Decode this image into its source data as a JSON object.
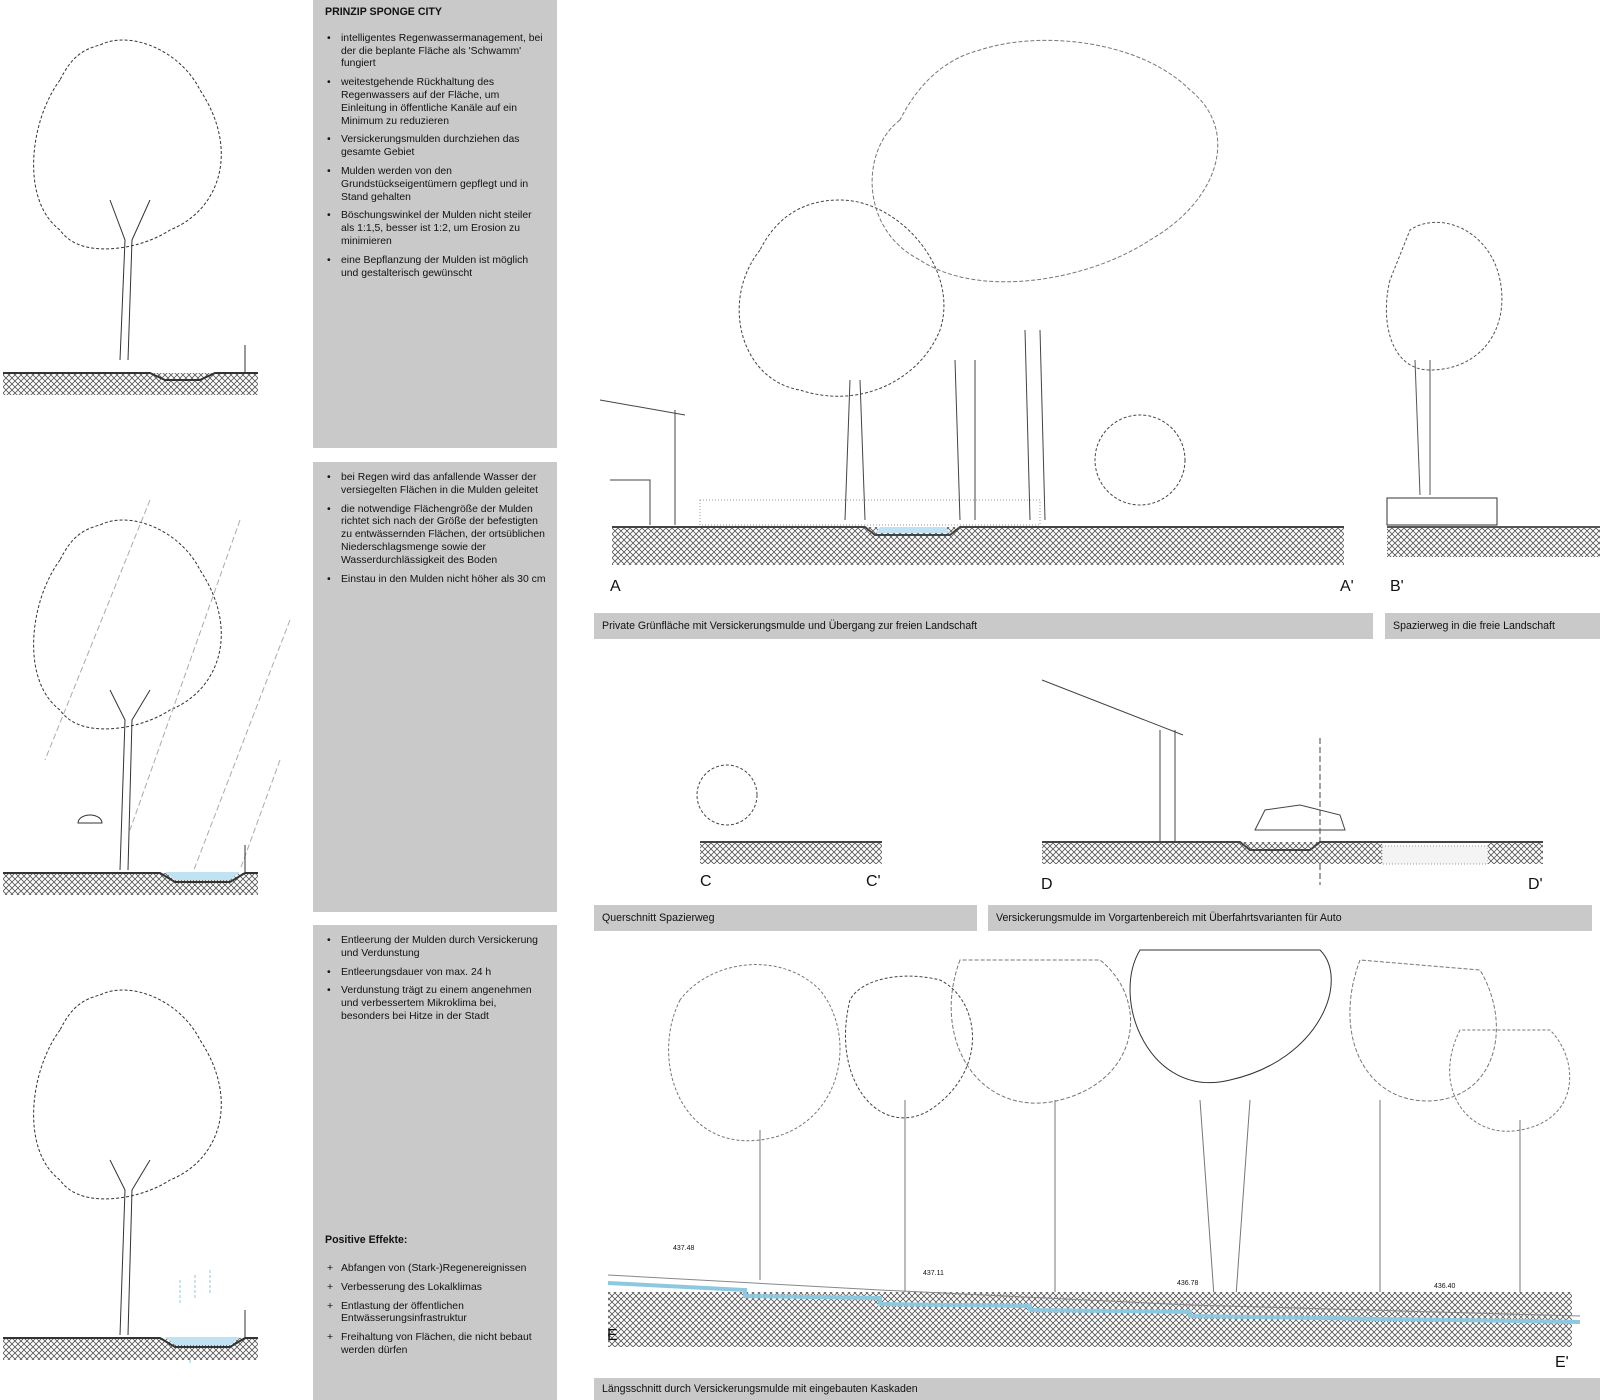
{
  "panels": [
    {
      "title": "PRINZIP SPONGE CITY",
      "items": [
        "intelligentes Regenwassermanagement, bei der die beplante Fläche als 'Schwamm' fungiert",
        "weitestgehende Rückhaltung des Regenwassers auf der Fläche, um Einleitung in öffentliche Kanäle auf ein Minimum zu reduzieren",
        "Versickerungsmulden durchziehen das gesamte Gebiet",
        "Mulden werden von den Grundstückseigentümern gepflegt und in Stand gehalten",
        "Böschungswinkel der Mulden nicht steiler als 1:1,5, besser ist 1:2, um Erosion zu minimieren",
        "eine Bepflanzung der Mulden ist möglich und gestalterisch gewünscht"
      ]
    },
    {
      "items": [
        "bei Regen wird das anfallende Wasser der versiegelten Flächen in die Mulden geleitet",
        "die notwendige Flächengröße der Mulden richtet sich nach der Größe der befestigten zu entwässernden Flächen, der ortsüblichen Niederschlagsmenge sowie der Wasserdurchlässigkeit des Boden",
        "Einstau in den Mulden nicht höher als 30 cm"
      ]
    },
    {
      "items": [
        "Entleerung der Mulden durch Versickerung und Verdunstung",
        "Entleerungsdauer von max. 24 h",
        "Verdunstung trägt zu einem angenehmen und verbessertem Mikroklima bei, besonders bei Hitze in der Stadt"
      ],
      "effects_title": "Positive Effekte:",
      "effects": [
        "Abfangen von (Stark-)Regenereignissen",
        "Verbesserung des Lokalklimas",
        "Entlastung der öffentlichen Entwässerungsinfrastruktur",
        "Freihaltung von Flächen, die nicht bebaut werden dürfen"
      ]
    }
  ],
  "sections": {
    "a": {
      "start": "A",
      "end": "A'",
      "caption": "Private Grünfläche mit Versickerungsmulde und Übergang zur freien Landschaft"
    },
    "b": {
      "end": "B'",
      "caption": "Spazierweg in die freie Landschaft"
    },
    "c": {
      "start": "C",
      "end": "C'",
      "caption": "Querschnitt Spazierweg"
    },
    "d": {
      "start": "D",
      "end": "D'",
      "caption": "Versickerungsmulde im Vorgartenbereich mit Überfahrtsvarianten für Auto"
    },
    "e": {
      "start": "E",
      "end": "E'",
      "caption": "Längsschnitt durch Versickerungsmulde mit eingebauten Kaskaden",
      "elevations": [
        "437.48",
        "437.11",
        "436.78",
        "436.40"
      ]
    }
  },
  "colors": {
    "panel": "#c9c9c9",
    "water": "#bfe3f2",
    "line": "#222222"
  }
}
